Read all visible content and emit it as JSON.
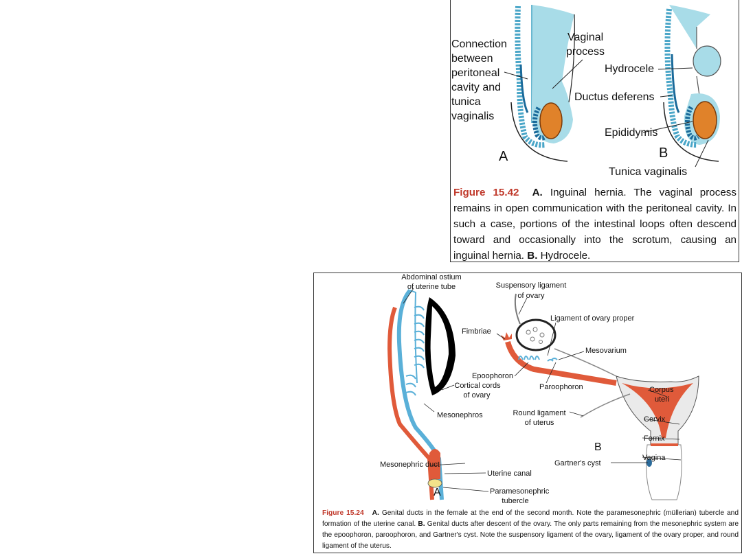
{
  "figure_15_42": {
    "labels": {
      "connection": [
        "Connection",
        "between",
        "peritoneal",
        "cavity and",
        "tunica",
        "vaginalis"
      ],
      "vaginal_process": [
        "Vaginal",
        "process"
      ],
      "hydrocele": "Hydrocele",
      "ductus_deferens": "Ductus deferens",
      "epididymis": "Epididymis",
      "tunica_vaginalis": "Tunica vaginalis",
      "panel_a": "A",
      "panel_b": "B"
    },
    "caption": {
      "number": "Figure 15.42",
      "a_marker": "A.",
      "a_text": "Inguinal hernia. The vaginal process remains in open communication with the peritoneal cavity. In such a case, portions of the intestinal loops often descend toward and occasionally into the scrotum, causing an inguinal hernia.",
      "b_marker": "B.",
      "b_text": "Hydrocele."
    }
  },
  "figure_15_24": {
    "labels": {
      "abdominal_ostium": [
        "Abdominal ostium",
        "of uterine tube"
      ],
      "suspensory_ligament": [
        "Suspensory ligament",
        "of ovary"
      ],
      "ligament_ovary_proper": "Ligament of ovary proper",
      "fimbriae": "Fimbriae",
      "mesovarium": "Mesovarium",
      "epoophoron": "Epoophoron",
      "cortical_cords": [
        "Cortical cords",
        "of ovary"
      ],
      "paroophoron": "Paroophoron",
      "corpus_uteri": [
        "Corpus",
        "uteri"
      ],
      "mesonephros": "Mesonephros",
      "round_ligament": [
        "Round ligament",
        "of uterus"
      ],
      "cervix": "Cervix",
      "fornix": "Fornix",
      "vagina": "Vagina",
      "gartners_cyst": "Gartner's cyst",
      "mesonephric_duct": "Mesonephric duct",
      "uterine_canal": "Uterine canal",
      "paramesonephric_tubercle": [
        "Paramesonephric",
        "tubercle"
      ],
      "panel_a": "A",
      "panel_b": "B"
    },
    "caption": {
      "number": "Figure 15.24",
      "a_marker": "A.",
      "a_text": "Genital ducts in the female at the end of the second month. Note the paramesonephric (müllerian) tubercle and formation of the uterine canal.",
      "b_marker": "B.",
      "b_text": "Genital ducts after descent of the ovary. The only parts remaining from the mesonephric system are the epoophoron, paroophoron, and Gartner's cyst. Note the suspensory ligament of the ovary, ligament of the ovary proper, and round ligament of the uterus."
    }
  }
}
